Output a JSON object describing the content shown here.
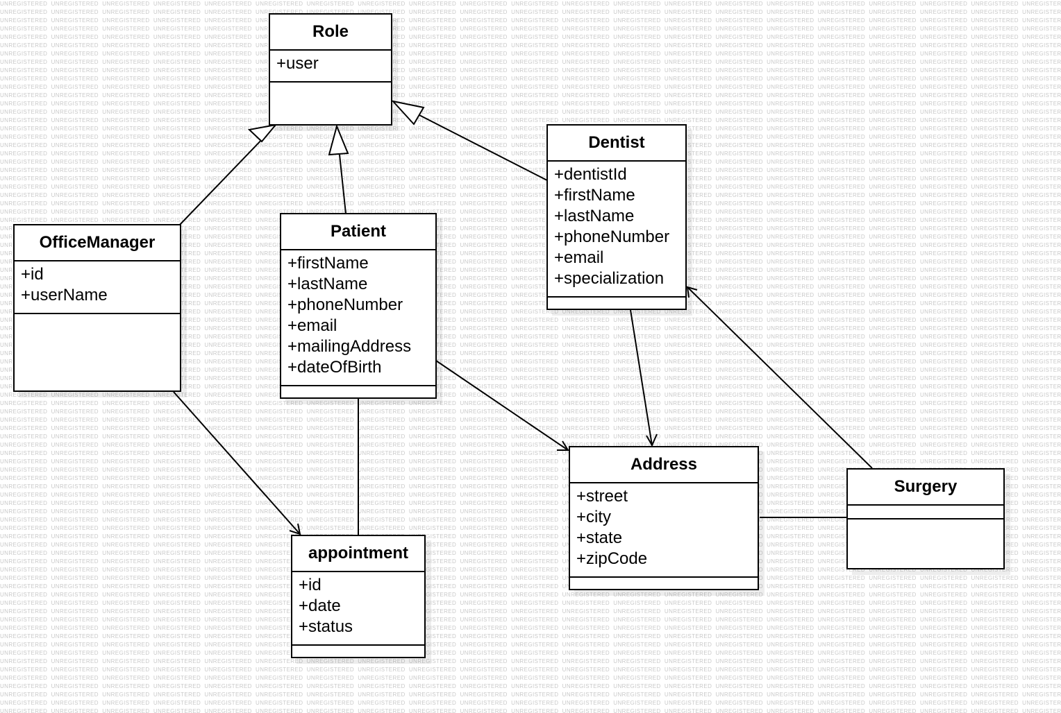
{
  "watermark_text": "UNREGISTERED",
  "classes": {
    "role": {
      "name": "Role",
      "attributes": [
        "+user"
      ]
    },
    "dentist": {
      "name": "Dentist",
      "attributes": [
        "+dentistId",
        "+firstName",
        "+lastName",
        "+phoneNumber",
        "+email",
        "+specialization"
      ]
    },
    "office_manager": {
      "name": "OfficeManager",
      "attributes": [
        "+id",
        "+userName"
      ]
    },
    "patient": {
      "name": "Patient",
      "attributes": [
        "+firstName",
        "+lastName",
        "+phoneNumber",
        "+email",
        "+mailingAddress",
        "+dateOfBirth"
      ]
    },
    "address": {
      "name": "Address",
      "attributes": [
        "+street",
        "+city",
        "+state",
        "+zipCode"
      ]
    },
    "surgery": {
      "name": "Surgery",
      "attributes": []
    },
    "appointment": {
      "name": "appointment",
      "attributes": [
        "+id",
        "+date",
        "+status"
      ]
    }
  },
  "relationships": [
    {
      "from": "OfficeManager",
      "to": "Role",
      "type": "generalization"
    },
    {
      "from": "Patient",
      "to": "Role",
      "type": "generalization"
    },
    {
      "from": "Dentist",
      "to": "Role",
      "type": "generalization"
    },
    {
      "from": "OfficeManager",
      "to": "appointment",
      "type": "directed-association"
    },
    {
      "from": "Patient",
      "to": "appointment",
      "type": "association"
    },
    {
      "from": "Patient",
      "to": "Address",
      "type": "directed-association"
    },
    {
      "from": "Dentist",
      "to": "Address",
      "type": "directed-association"
    },
    {
      "from": "Surgery",
      "to": "Dentist",
      "type": "directed-association"
    },
    {
      "from": "Address",
      "to": "Surgery",
      "type": "association"
    }
  ],
  "colors": {
    "background": "#ffffff",
    "border": "#000000",
    "watermark": "#c9c9c9"
  }
}
